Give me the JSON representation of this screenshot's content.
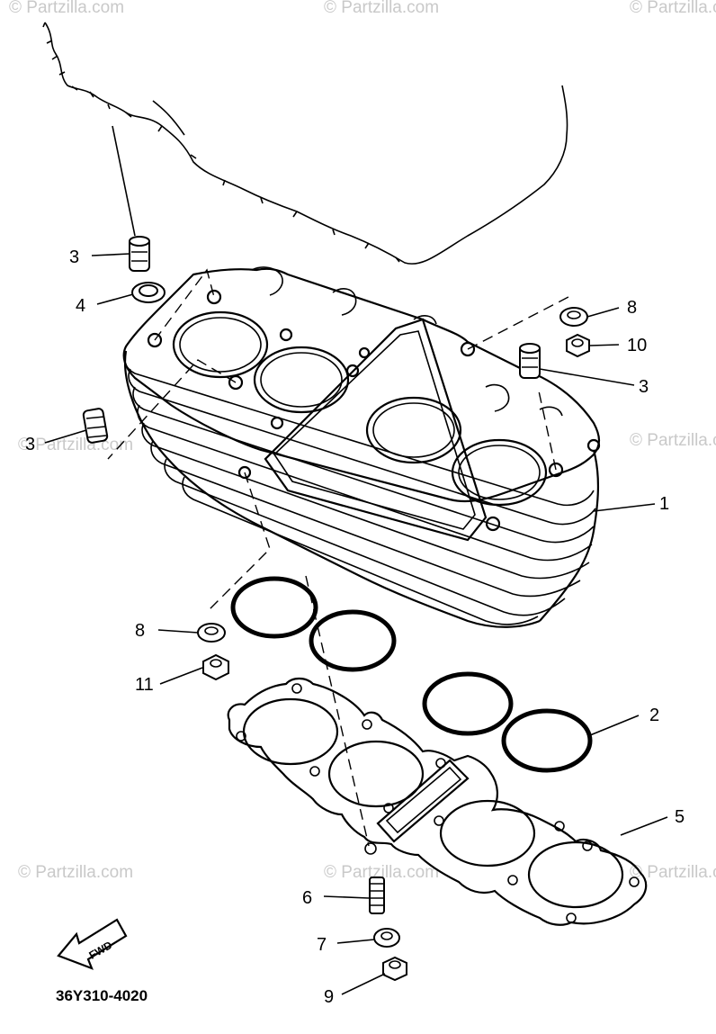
{
  "diagram": {
    "callouts": [
      {
        "id": "c3a",
        "text": "3"
      },
      {
        "id": "c4",
        "text": "4"
      },
      {
        "id": "c3b",
        "text": "3"
      },
      {
        "id": "c8a",
        "text": "8"
      },
      {
        "id": "c10",
        "text": "10"
      },
      {
        "id": "c3c",
        "text": "3"
      },
      {
        "id": "c1",
        "text": "1"
      },
      {
        "id": "c8b",
        "text": "8"
      },
      {
        "id": "c11",
        "text": "11"
      },
      {
        "id": "c2",
        "text": "2"
      },
      {
        "id": "c5",
        "text": "5"
      },
      {
        "id": "c6",
        "text": "6"
      },
      {
        "id": "c7",
        "text": "7"
      },
      {
        "id": "c9",
        "text": "9"
      }
    ],
    "fwd_label": "FWD",
    "diagram_code": "36Y310-4020",
    "watermark": "© Partzilla.com"
  }
}
